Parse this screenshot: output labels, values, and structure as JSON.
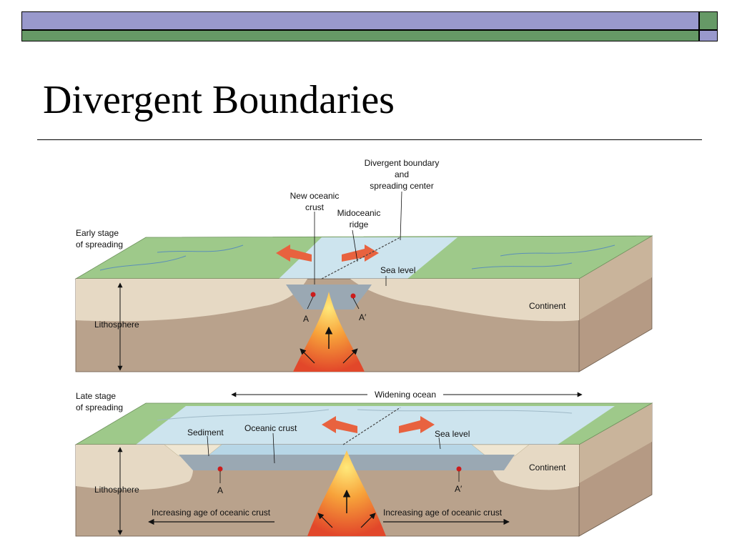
{
  "slide": {
    "title": "Divergent Boundaries",
    "colors": {
      "bar_blue": "#9999cc",
      "bar_green": "#669966"
    }
  },
  "diagram": {
    "early": {
      "stage_label": [
        "Early stage",
        "of spreading"
      ],
      "divergent_label": [
        "Divergent boundary",
        "and",
        "spreading center"
      ],
      "new_crust_label": [
        "New oceanic",
        "crust"
      ],
      "ridge_label": [
        "Midoceanic",
        "ridge"
      ],
      "sea_level": "Sea level",
      "continent": "Continent",
      "lithosphere": "Lithosphere",
      "point_a": "A",
      "point_a_prime": "A′"
    },
    "late": {
      "stage_label": [
        "Late stage",
        "of spreading"
      ],
      "widening": "Widening ocean",
      "sediment": "Sediment",
      "oceanic_crust": "Oceanic crust",
      "sea_level": "Sea level",
      "continent": "Continent",
      "lithosphere": "Lithosphere",
      "point_a": "A",
      "point_a_prime": "A′",
      "age_left": "Increasing age of oceanic crust",
      "age_right": "Increasing age of oceanic crust"
    }
  }
}
